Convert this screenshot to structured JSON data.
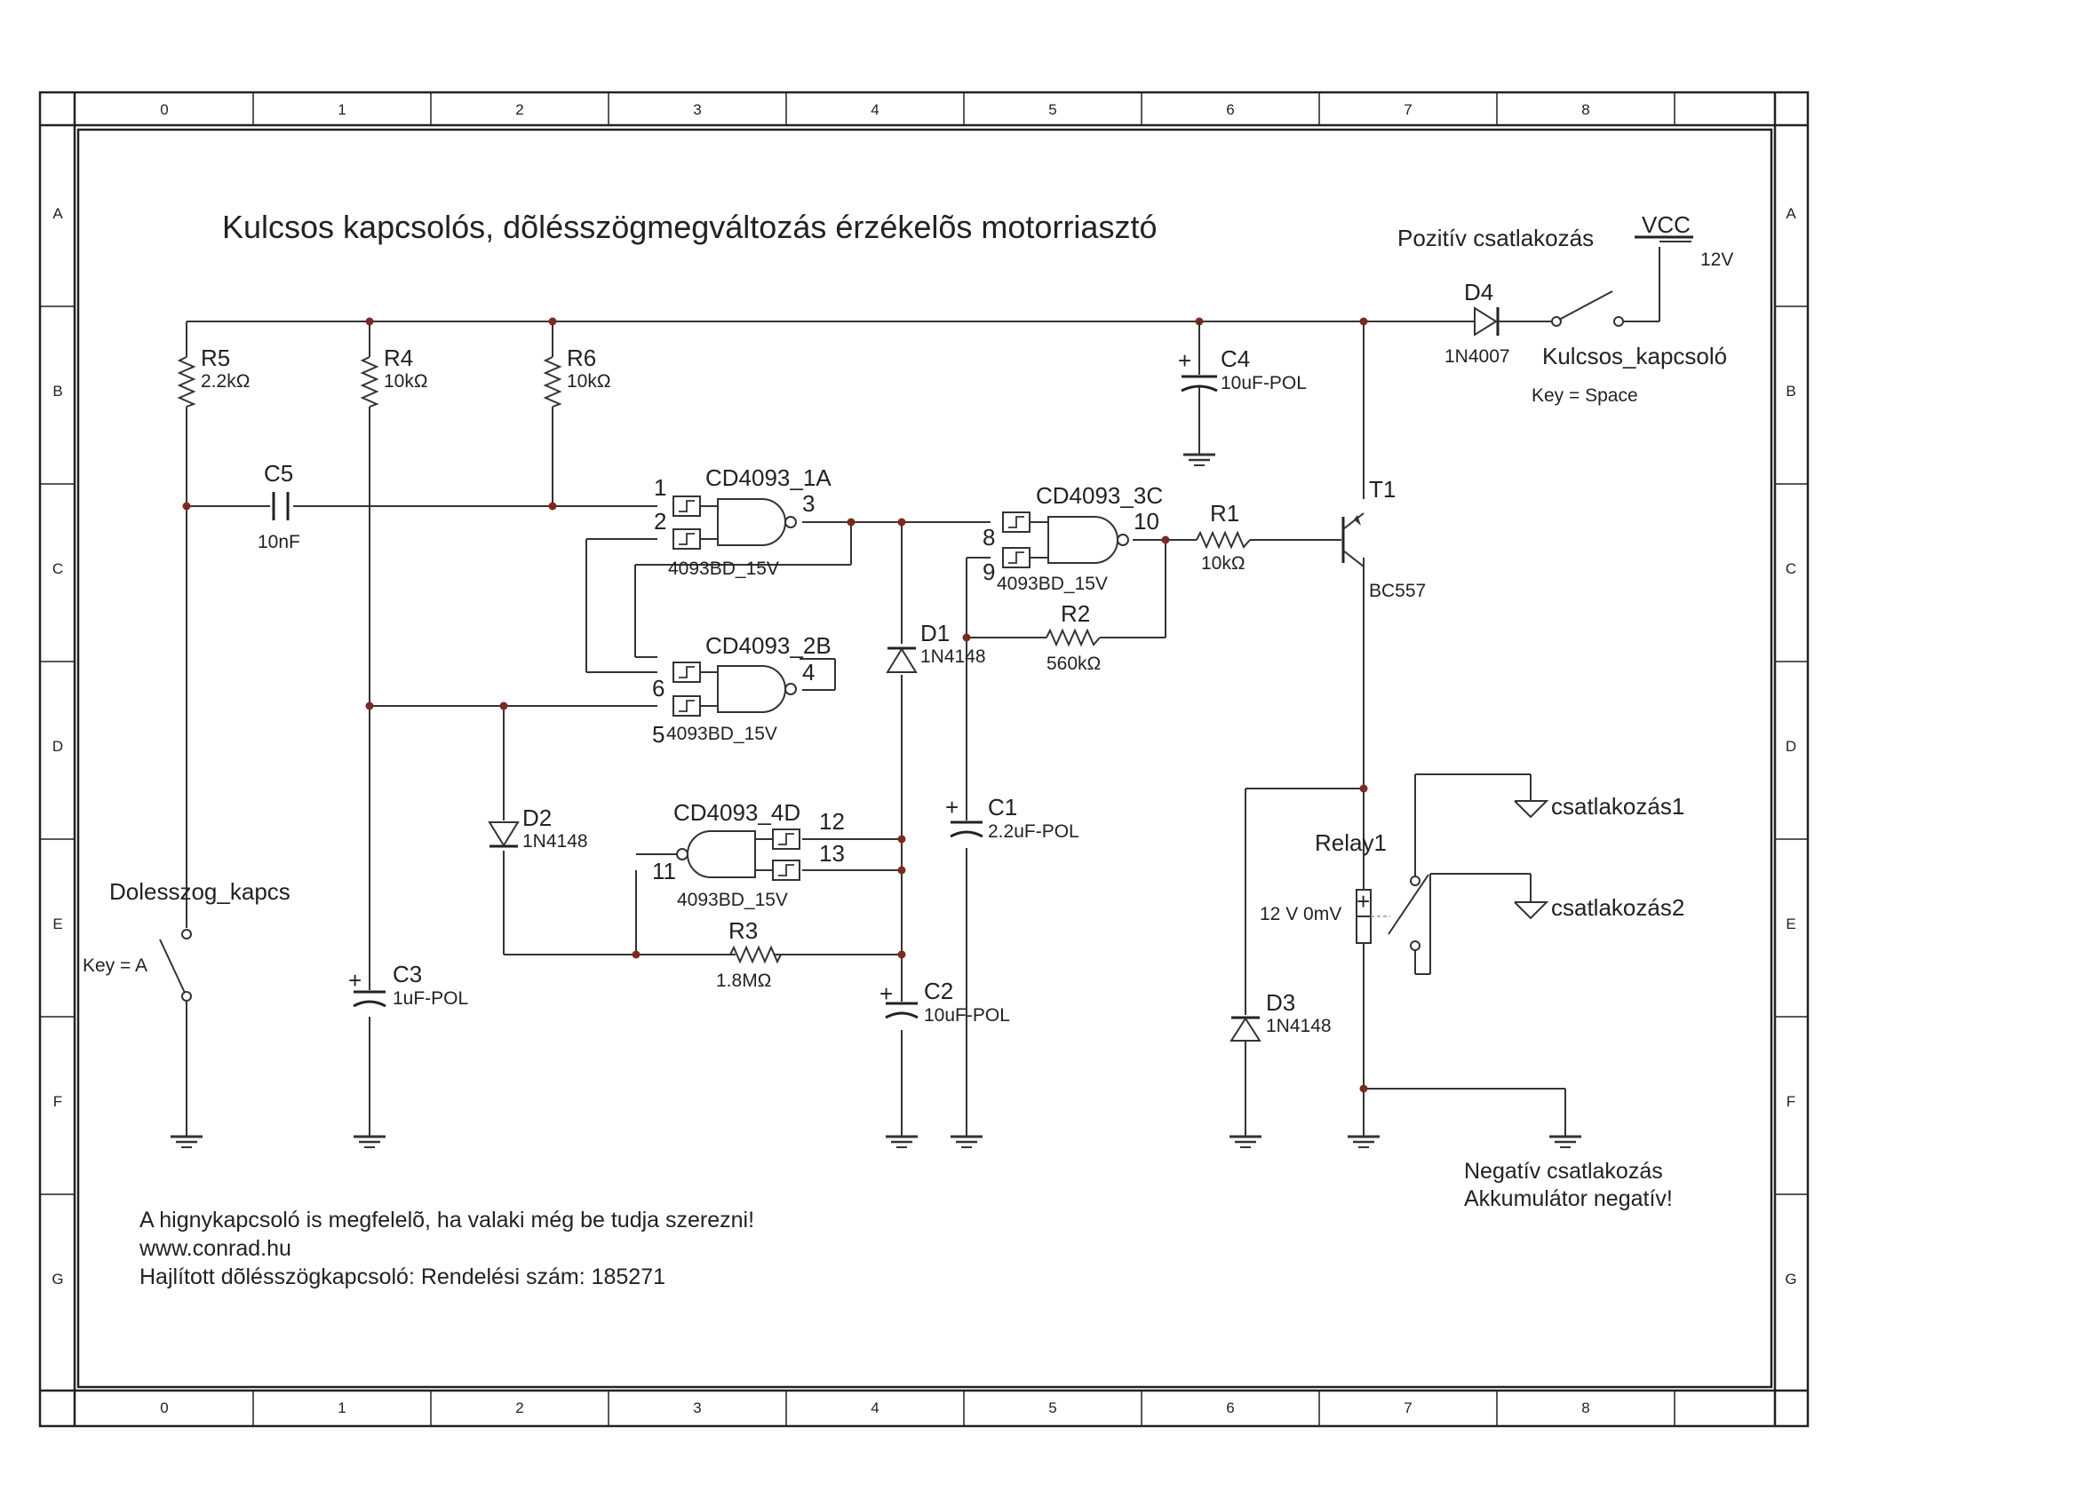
{
  "title": "Kulcsos kapcsolós, dõlésszögmegváltozás érzékelõs motorriasztó",
  "grid": {
    "columns": [
      "0",
      "1",
      "2",
      "3",
      "4",
      "5",
      "6",
      "7",
      "8"
    ],
    "rows": [
      "A",
      "B",
      "C",
      "D",
      "E",
      "F",
      "G"
    ]
  },
  "power": {
    "label": "Pozitív csatlakozás",
    "vcc_name": "VCC",
    "vcc_value": "12V"
  },
  "key_switch": {
    "name": "Kulcsos_kapcsoló",
    "key": "Key = Space"
  },
  "tilt_switch": {
    "name": "Dolesszog_kapcs",
    "key": "Key = A"
  },
  "resistors": {
    "r5": {
      "name": "R5",
      "value": "2.2kΩ"
    },
    "r4": {
      "name": "R4",
      "value": "10kΩ"
    },
    "r6": {
      "name": "R6",
      "value": "10kΩ"
    },
    "r1": {
      "name": "R1",
      "value": "10kΩ"
    },
    "r2": {
      "name": "R2",
      "value": "560kΩ"
    },
    "r3": {
      "name": "R3",
      "value": "1.8MΩ"
    }
  },
  "capacitors": {
    "c5": {
      "name": "C5",
      "value": "10nF"
    },
    "c4": {
      "name": "C4",
      "value": "10uF-POL",
      "polarity": "+"
    },
    "c1": {
      "name": "C1",
      "value": "2.2uF-POL",
      "polarity": "+"
    },
    "c2": {
      "name": "C2",
      "value": "10uF-POL",
      "polarity": "+"
    },
    "c3": {
      "name": "C3",
      "value": "1uF-POL",
      "polarity": "+"
    }
  },
  "diodes": {
    "d4": {
      "name": "D4",
      "value": "1N4007"
    },
    "d1": {
      "name": "D1",
      "value": "1N4148"
    },
    "d2": {
      "name": "D2",
      "value": "1N4148"
    },
    "d3": {
      "name": "D3",
      "value": "1N4148"
    }
  },
  "gates": {
    "g1": {
      "name": "CD4093_1A",
      "part": "4093BD_15V",
      "pins": [
        "1",
        "2",
        "3"
      ]
    },
    "g2": {
      "name": "CD4093_2B",
      "part": "4093BD_15V",
      "pins": [
        "6",
        "5",
        "4"
      ]
    },
    "g3": {
      "name": "CD4093_3C",
      "part": "4093BD_15V",
      "pins": [
        "8",
        "9",
        "10"
      ]
    },
    "g4": {
      "name": "CD4093_4D",
      "part": "4093BD_15V",
      "pins": [
        "12",
        "13",
        "11"
      ]
    }
  },
  "transistor": {
    "name": "T1",
    "value": "BC557"
  },
  "relay": {
    "name": "Relay1",
    "value": "12 V 0mV",
    "polarity": "+"
  },
  "outputs": [
    "csatlakozás1",
    "csatlakozás2"
  ],
  "negative": {
    "line1": "Negatív csatlakozás",
    "line2": "Akkumulátor negatív!"
  },
  "notes": [
    "A hignykapcsoló is megfelelõ, ha valaki még be tudja szerezni!",
    "www.conrad.hu",
    "Hajlított dõlésszögkapcsoló: Rendelési szám: 185271"
  ]
}
